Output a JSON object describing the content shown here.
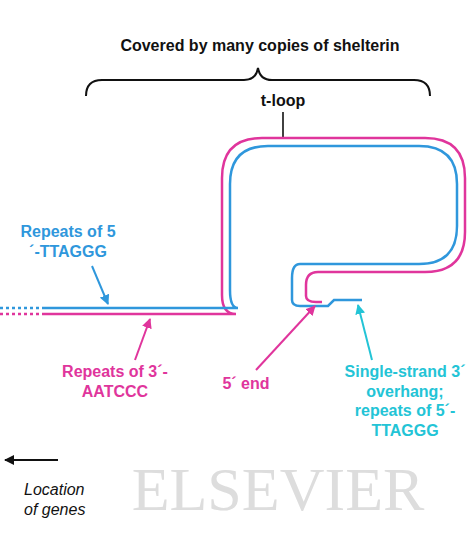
{
  "diagram": {
    "labels": [
      "Covered by many copies of shelterin",
      "t-loop",
      "Repeats of 5´-TTAGGG",
      "Repeats of 3´-AATCCC",
      "5´ end",
      "Single-strand 3´ overhang; repeats of 5´-TTAGGG",
      "Location of genes",
      "ELSEVIER"
    ]
  }
}
